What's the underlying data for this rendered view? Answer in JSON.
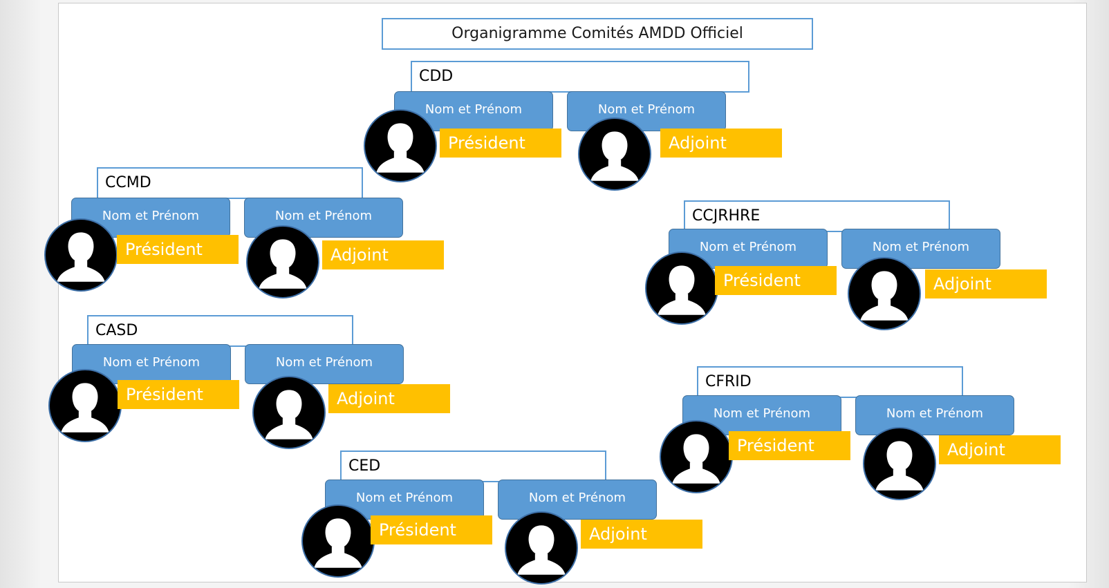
{
  "diagram": {
    "title": "Organigramme Comités AMDD Officiel",
    "committees": [
      {
        "name": "CDD",
        "members": [
          {
            "name": "Nom et Prénom",
            "role": "Président"
          },
          {
            "name": "Nom et Prénom",
            "role": "Adjoint"
          }
        ]
      },
      {
        "name": "CCMD",
        "members": [
          {
            "name": "Nom et Prénom",
            "role": "Président"
          },
          {
            "name": "Nom et Prénom",
            "role": "Adjoint"
          }
        ]
      },
      {
        "name": "CCJRHRE",
        "members": [
          {
            "name": "Nom et Prénom",
            "role": "Président"
          },
          {
            "name": "Nom et Prénom",
            "role": "Adjoint"
          }
        ]
      },
      {
        "name": "CASD",
        "members": [
          {
            "name": "Nom et Prénom",
            "role": "Président"
          },
          {
            "name": "Nom et Prénom",
            "role": "Adjoint"
          }
        ]
      },
      {
        "name": "CFRID",
        "members": [
          {
            "name": "Nom et Prénom",
            "role": "Président"
          },
          {
            "name": "Nom et Prénom",
            "role": "Adjoint"
          }
        ]
      },
      {
        "name": "CED",
        "members": [
          {
            "name": "Nom et Prénom",
            "role": "Président"
          },
          {
            "name": "Nom et Prénom",
            "role": "Adjoint"
          }
        ]
      }
    ]
  },
  "colors": {
    "node_fill": "#5b9bd5",
    "role_fill": "#ffc000",
    "frame_border": "#5b9bd5",
    "avatar_fill": "#000000"
  },
  "icons": {
    "avatar": "person-silhouette-icon"
  }
}
